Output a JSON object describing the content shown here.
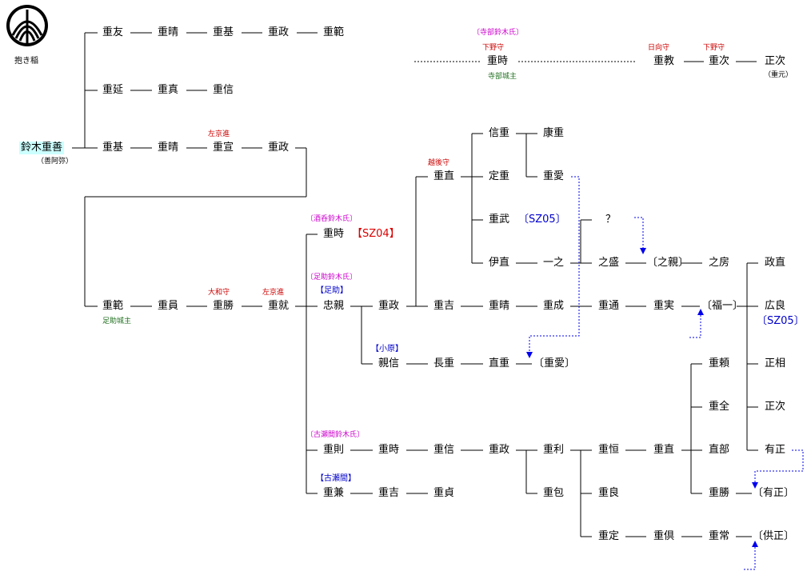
{
  "crest": {
    "caption": "抱き稲"
  },
  "root": {
    "name": "鈴木重善",
    "note": "（善阿弥）"
  },
  "row1": [
    "重友",
    "重晴",
    "重基",
    "重政",
    "重範"
  ],
  "row2": [
    "重延",
    "重真",
    "重信"
  ],
  "row3": [
    "重基",
    "重晴",
    "重宣",
    "重政"
  ],
  "row3_title": "左京進",
  "terabe": {
    "clan": "〔寺部鈴木氏〕",
    "shigetoki": "重時",
    "shigetoki_title": "下野守",
    "castle": "寺部城主",
    "shigenori": "重教",
    "shigenori_title": "日向守",
    "shigetsugu": "重次",
    "shigetsugu_title": "下野守",
    "masatsugu": "正次",
    "masatsugu_note": "（重元）"
  },
  "main": {
    "shigenori": "重範",
    "castle": "足助城主",
    "shigekazu": "重員",
    "shigekatsu": "重勝",
    "shigekatsu_title": "大和守",
    "shigenari": "重就",
    "shigenari_title": "左京進"
  },
  "sakai": {
    "clan": "〔酒呑鈴木氏〕",
    "shigetoki": "重時",
    "code": "【SZ04】"
  },
  "asuke": {
    "clan": "〔足助鈴木氏〕",
    "house": "【足助】",
    "tadachika": "忠親",
    "shigemasa": "重政",
    "shigenao": "重直",
    "shigenao_title": "越後守",
    "nobushige": "信重",
    "yasushige": "康重",
    "sadashige": "定重",
    "shigeai": "重愛",
    "shigetake": "重武",
    "shigetake_code": "〔SZ05〕",
    "korenao": "伊直",
    "kazuyuki": "一之",
    "unknown": "？",
    "yukimori": "之盛",
    "yukichika_ref": "〔之親〕",
    "yukifusa": "之房",
    "masanao": "政直",
    "hiroyoshi": "広良",
    "hiroyoshi_code": "〔SZ05〕",
    "shigeyoshi": "重吉",
    "shigeharu": "重晴",
    "shigenari": "重成",
    "shigemichi": "重通",
    "shigezane": "重実",
    "fukuichi_ref": "〔福一〕"
  },
  "ohara": {
    "house": "【小原】",
    "chikanobu": "親信",
    "nagashige": "長重",
    "naoshige": "直重",
    "shigeai_ref": "〔重愛〕"
  },
  "koseto": {
    "clan": "〔古瀬間鈴木氏〕",
    "shigenori": "重則",
    "shigetoki": "重時",
    "shigenobu": "重信",
    "shigemasa": "重政",
    "shigetoshi": "重利",
    "shigetsune": "重恒",
    "shigenao": "重直",
    "naobe": "直部",
    "shigeyori": "重頼",
    "masasuke": "正相",
    "shigemata": "重全",
    "masatsugu": "正次",
    "arimasa": "有正",
    "shigekatsu": "重勝",
    "arimasa_ref": "〔有正〕",
    "shigekane_house": "【古瀬間】",
    "shigekane": "重兼",
    "shigeyoshi": "重吉",
    "shigesada": "重貞",
    "shigekane2": "重包",
    "shigeyoshi2": "重良",
    "shigesada2": "重定",
    "shigetomo": "重倶",
    "shigetsune2": "重常",
    "tomomasa_ref": "〔供正〕"
  }
}
